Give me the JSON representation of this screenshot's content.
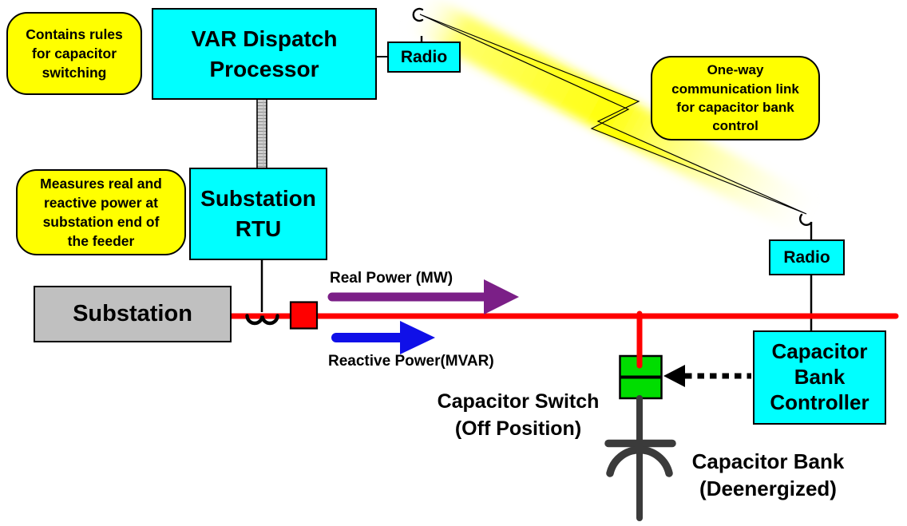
{
  "callouts": {
    "rules": "Contains rules\nfor capacitor\nswitching",
    "measures": "Measures real and\nreactive power at\nsubstation end of\nthe feeder",
    "one_way": "One-way\ncommunication link\nfor capacitor bank\ncontrol"
  },
  "nodes": {
    "var_dispatch_processor": "VAR Dispatch\nProcessor",
    "radio_top": "Radio",
    "radio_right": "Radio",
    "substation_rtu": "Substation\nRTU",
    "substation": "Substation",
    "capacitor_bank_controller": "Capacitor\nBank\nController"
  },
  "flow_labels": {
    "real_power": "Real Power (MW)",
    "reactive_power": "Reactive Power(MVAR)"
  },
  "equipment_labels": {
    "capacitor_switch": "Capacitor Switch\n(Off Position)",
    "capacitor_bank": "Capacitor Bank\n(Deenergized)"
  },
  "colors": {
    "node_fill": "#00FFFF",
    "callout_fill": "#FFFF00",
    "substation_fill": "#C0C0C0",
    "feeder_color": "#FF0000",
    "real_power_color": "#7B1F87",
    "reactive_power_color": "#1010E8",
    "switch_fill": "#00DD00",
    "capacitor_color": "#3B3B3B",
    "bolt_fill": "#FFFF00"
  }
}
